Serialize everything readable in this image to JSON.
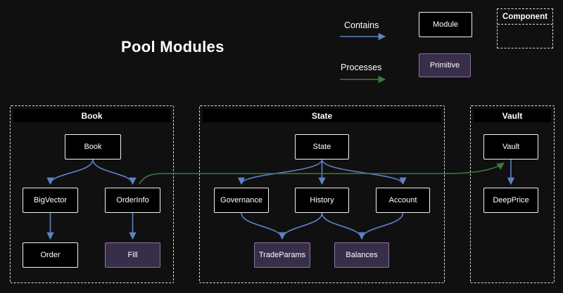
{
  "title": "Pool Modules",
  "legend": {
    "contains": "Contains",
    "processes": "Processes",
    "module": "Module",
    "primitive": "Primitive",
    "component": "Component"
  },
  "groups": {
    "book": {
      "title": "Book",
      "nodes": {
        "book": {
          "label": "Book",
          "type": "module"
        },
        "bigvector": {
          "label": "BigVector",
          "type": "module"
        },
        "orderinfo": {
          "label": "OrderInfo",
          "type": "module"
        },
        "order": {
          "label": "Order",
          "type": "module"
        },
        "fill": {
          "label": "Fill",
          "type": "primitive"
        }
      }
    },
    "state": {
      "title": "State",
      "nodes": {
        "state": {
          "label": "State",
          "type": "module"
        },
        "governance": {
          "label": "Governance",
          "type": "module"
        },
        "history": {
          "label": "History",
          "type": "module"
        },
        "account": {
          "label": "Account",
          "type": "module"
        },
        "tradeparams": {
          "label": "TradeParams",
          "type": "primitive"
        },
        "balances": {
          "label": "Balances",
          "type": "primitive"
        }
      }
    },
    "vault": {
      "title": "Vault",
      "nodes": {
        "vault": {
          "label": "Vault",
          "type": "module"
        },
        "deepprice": {
          "label": "DeepPrice",
          "type": "module"
        }
      }
    }
  },
  "edges": {
    "contains": [
      [
        "Book",
        "BigVector"
      ],
      [
        "Book",
        "OrderInfo"
      ],
      [
        "BigVector",
        "Order"
      ],
      [
        "OrderInfo",
        "Fill"
      ],
      [
        "State",
        "Governance"
      ],
      [
        "State",
        "History"
      ],
      [
        "State",
        "Account"
      ],
      [
        "Governance",
        "TradeParams"
      ],
      [
        "History",
        "TradeParams"
      ],
      [
        "History",
        "Balances"
      ],
      [
        "Account",
        "Balances"
      ],
      [
        "Vault",
        "DeepPrice"
      ]
    ],
    "processes": [
      [
        "OrderInfo",
        "Vault"
      ]
    ]
  },
  "colors": {
    "background": "#101010",
    "text": "#ffffff",
    "module_bg": "#000000",
    "module_border": "#f2f2f2",
    "primitive_bg": "#382e49",
    "primitive_border": "#8678a0",
    "dashed_border": "#dedede",
    "header_bg": "#000000",
    "contains_arrow": "#5b82c4",
    "processes_arrow": "#3e7a3e"
  }
}
